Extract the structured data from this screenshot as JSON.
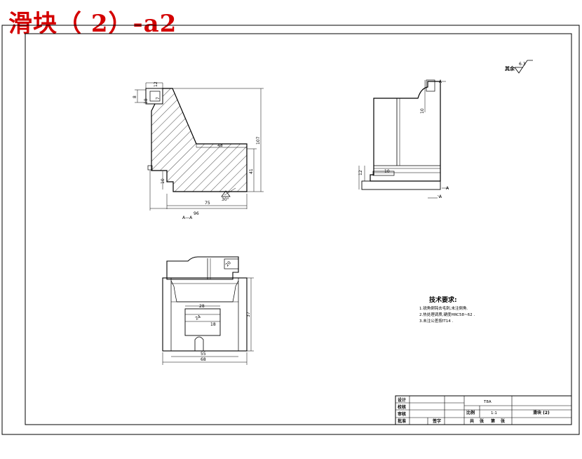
{
  "page": {
    "overlay_title": "滑块（ 2）-a2"
  },
  "view_a": {
    "dims": [
      "12",
      "7",
      "8",
      "18",
      "48",
      "107",
      "41",
      "75",
      "96",
      "10",
      "30°"
    ],
    "section_label": "A—A"
  },
  "view_b": {
    "dims": [
      "12",
      "10",
      "A",
      "A",
      "10",
      "A"
    ]
  },
  "view_c": {
    "dims": [
      "20",
      "24",
      "37",
      "28",
      "55",
      "18",
      "68"
    ]
  },
  "roughness": {
    "label": "其余",
    "value": "6.3"
  },
  "tech": {
    "title": "技术要求:",
    "lines": [
      "1.锐角倒钝去毛刺,未注倒角.",
      "2.热处理调质,硬度HRC58~62 .",
      "3.未注公差按IT14 ."
    ]
  },
  "title_block": {
    "left_labels": [
      "设计",
      "校核",
      "审核",
      "批准"
    ],
    "reviewer_label": "签字",
    "material": "T8A",
    "scale_label": "比例",
    "scale_value": "1:1",
    "part_name": "滑块 (2)",
    "sheet_labels": [
      "共",
      "张",
      "第",
      "张"
    ]
  }
}
